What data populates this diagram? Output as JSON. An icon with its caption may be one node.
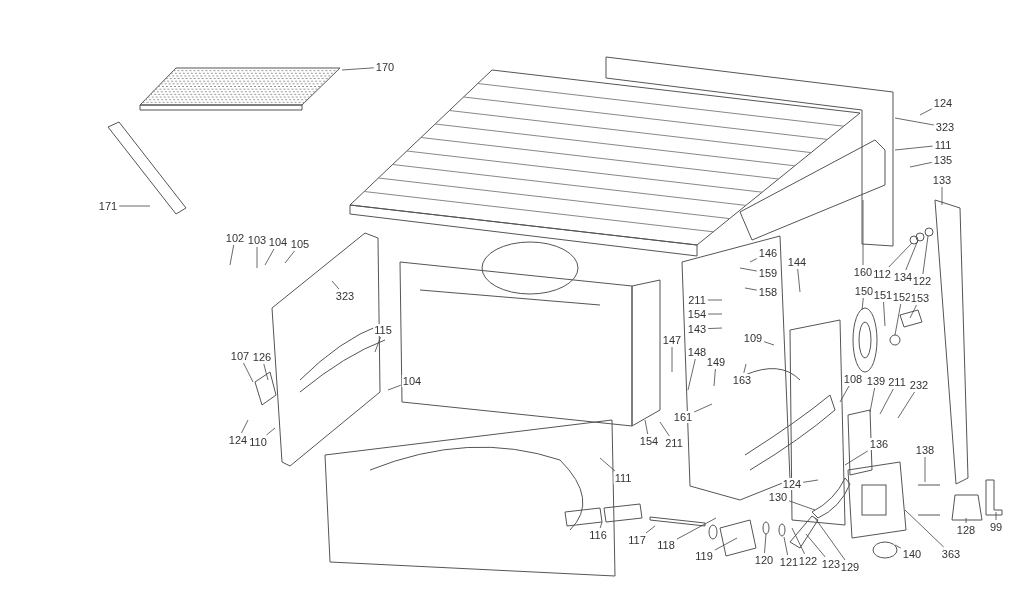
{
  "diagram": {
    "nodes": [
      {
        "text": [
          "170"
        ]
      },
      {
        "text": [
          "171"
        ]
      },
      {
        "text": [
          "102"
        ]
      },
      {
        "text": [
          "103"
        ]
      },
      {
        "text": [
          "104"
        ]
      },
      {
        "text": [
          "105"
        ]
      },
      {
        "text": [
          "323"
        ]
      },
      {
        "text": [
          "115"
        ]
      },
      {
        "text": [
          "107"
        ]
      },
      {
        "text": [
          "126"
        ]
      },
      {
        "text": [
          "104"
        ]
      },
      {
        "text": [
          "124"
        ]
      },
      {
        "text": [
          "110"
        ]
      },
      {
        "text": [
          "124"
        ]
      },
      {
        "text": [
          "323"
        ]
      },
      {
        "text": [
          "111"
        ]
      },
      {
        "text": [
          "135"
        ]
      },
      {
        "text": [
          "133"
        ]
      },
      {
        "text": [
          "146"
        ]
      },
      {
        "text": [
          "159"
        ]
      },
      {
        "text": [
          "158"
        ]
      },
      {
        "text": [
          "144"
        ]
      },
      {
        "text": [
          "211"
        ]
      },
      {
        "text": [
          "154"
        ]
      },
      {
        "text": [
          "143"
        ]
      },
      {
        "text": [
          "109"
        ]
      },
      {
        "text": [
          "147"
        ]
      },
      {
        "text": [
          "148"
        ]
      },
      {
        "text": [
          "149"
        ]
      },
      {
        "text": [
          "163"
        ]
      },
      {
        "text": [
          "161"
        ]
      },
      {
        "text": [
          "154"
        ]
      },
      {
        "text": [
          "211"
        ]
      },
      {
        "text": [
          "160"
        ]
      },
      {
        "text": [
          "112"
        ]
      },
      {
        "text": [
          "134"
        ]
      },
      {
        "text": [
          "122"
        ]
      },
      {
        "text": [
          "150"
        ]
      },
      {
        "text": [
          "151"
        ]
      },
      {
        "text": [
          "152"
        ]
      },
      {
        "text": [
          "153"
        ]
      },
      {
        "text": [
          "108"
        ]
      },
      {
        "text": [
          "139"
        ]
      },
      {
        "text": [
          "211"
        ]
      },
      {
        "text": [
          "232"
        ]
      },
      {
        "text": [
          "136"
        ]
      },
      {
        "text": [
          "138"
        ]
      },
      {
        "text": [
          "124"
        ]
      },
      {
        "text": [
          "130"
        ]
      },
      {
        "text": [
          "111"
        ]
      },
      {
        "text": [
          "116"
        ]
      },
      {
        "text": [
          "117"
        ]
      },
      {
        "text": [
          "118"
        ]
      },
      {
        "text": [
          "119"
        ]
      },
      {
        "text": [
          "120"
        ]
      },
      {
        "text": [
          "121"
        ]
      },
      {
        "text": [
          "122"
        ]
      },
      {
        "text": [
          "123"
        ]
      },
      {
        "text": [
          "129"
        ]
      },
      {
        "text": [
          "140"
        ]
      },
      {
        "text": [
          "363"
        ]
      },
      {
        "text": [
          "128"
        ]
      },
      {
        "text": [
          "99"
        ]
      }
    ],
    "edges": [
      {
        "from": 0,
        "to": null,
        "arrow": "none"
      },
      {
        "from": 1,
        "to": null,
        "arrow": "none"
      },
      {
        "from": 2,
        "to": null,
        "arrow": "none"
      },
      {
        "from": 3,
        "to": null,
        "arrow": "none"
      },
      {
        "from": 4,
        "to": null,
        "arrow": "none"
      },
      {
        "from": 5,
        "to": null,
        "arrow": "none"
      },
      {
        "from": 6,
        "to": null,
        "arrow": "none"
      },
      {
        "from": 7,
        "to": null,
        "arrow": "none"
      },
      {
        "from": 8,
        "to": null,
        "arrow": "none"
      },
      {
        "from": 9,
        "to": null,
        "arrow": "none"
      },
      {
        "from": 10,
        "to": null,
        "arrow": "none"
      },
      {
        "from": 11,
        "to": null,
        "arrow": "none"
      },
      {
        "from": 12,
        "to": null,
        "arrow": "none"
      },
      {
        "from": 13,
        "to": null,
        "arrow": "none"
      },
      {
        "from": 14,
        "to": null,
        "arrow": "none"
      },
      {
        "from": 15,
        "to": null,
        "arrow": "none"
      },
      {
        "from": 16,
        "to": null,
        "arrow": "none"
      },
      {
        "from": 17,
        "to": null,
        "arrow": "none"
      },
      {
        "from": 18,
        "to": null,
        "arrow": "none"
      },
      {
        "from": 19,
        "to": null,
        "arrow": "none"
      },
      {
        "from": 20,
        "to": null,
        "arrow": "none"
      },
      {
        "from": 21,
        "to": null,
        "arrow": "none"
      },
      {
        "from": 22,
        "to": null,
        "arrow": "none"
      },
      {
        "from": 23,
        "to": null,
        "arrow": "none"
      },
      {
        "from": 24,
        "to": null,
        "arrow": "none"
      },
      {
        "from": 25,
        "to": null,
        "arrow": "none"
      },
      {
        "from": 26,
        "to": null,
        "arrow": "none"
      },
      {
        "from": 27,
        "to": null,
        "arrow": "none"
      },
      {
        "from": 28,
        "to": null,
        "arrow": "none"
      },
      {
        "from": 29,
        "to": null,
        "arrow": "none"
      },
      {
        "from": 30,
        "to": null,
        "arrow": "none"
      },
      {
        "from": 31,
        "to": null,
        "arrow": "none"
      },
      {
        "from": 32,
        "to": null,
        "arrow": "none"
      },
      {
        "from": 33,
        "to": null,
        "arrow": "none"
      },
      {
        "from": 34,
        "to": null,
        "arrow": "none"
      },
      {
        "from": 35,
        "to": null,
        "arrow": "none"
      },
      {
        "from": 36,
        "to": null,
        "arrow": "none"
      },
      {
        "from": 37,
        "to": null,
        "arrow": "none"
      },
      {
        "from": 38,
        "to": null,
        "arrow": "none"
      },
      {
        "from": 39,
        "to": null,
        "arrow": "none"
      },
      {
        "from": 40,
        "to": null,
        "arrow": "none"
      },
      {
        "from": 41,
        "to": null,
        "arrow": "none"
      },
      {
        "from": 42,
        "to": null,
        "arrow": "none"
      },
      {
        "from": 43,
        "to": null,
        "arrow": "none"
      },
      {
        "from": 44,
        "to": null,
        "arrow": "none"
      },
      {
        "from": 45,
        "to": null,
        "arrow": "none"
      },
      {
        "from": 46,
        "to": null,
        "arrow": "none"
      },
      {
        "from": 47,
        "to": null,
        "arrow": "none"
      },
      {
        "from": 48,
        "to": null,
        "arrow": "none"
      },
      {
        "from": 49,
        "to": null,
        "arrow": "none"
      },
      {
        "from": 50,
        "to": null,
        "arrow": "none"
      },
      {
        "from": 51,
        "to": null,
        "arrow": "none"
      },
      {
        "from": 52,
        "to": null,
        "arrow": "none"
      },
      {
        "from": 53,
        "to": null,
        "arrow": "none"
      },
      {
        "from": 54,
        "to": null,
        "arrow": "none"
      },
      {
        "from": 55,
        "to": null,
        "arrow": "none"
      },
      {
        "from": 56,
        "to": null,
        "arrow": "none"
      },
      {
        "from": 57,
        "to": null,
        "arrow": "none"
      },
      {
        "from": 58,
        "to": null,
        "arrow": "none"
      },
      {
        "from": 59,
        "to": null,
        "arrow": "none"
      },
      {
        "from": 60,
        "to": null,
        "arrow": "none"
      },
      {
        "from": 61,
        "to": null,
        "arrow": "none"
      },
      {
        "from": 62,
        "to": null,
        "arrow": "none"
      }
    ]
  }
}
